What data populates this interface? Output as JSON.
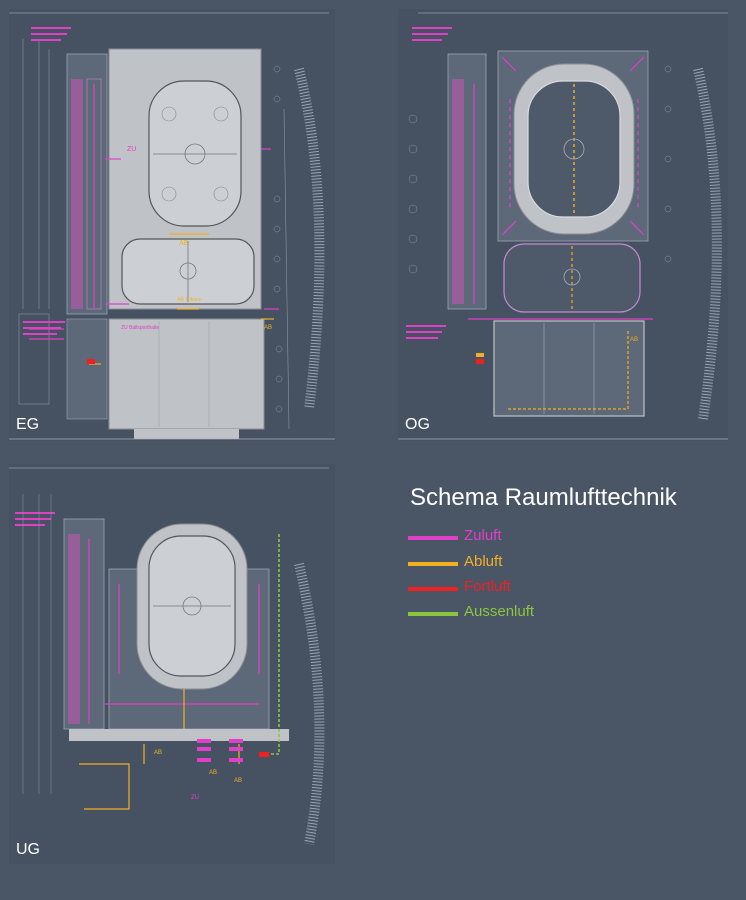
{
  "title": "Schema Raumlufttechnik",
  "floors": [
    {
      "label": "EG"
    },
    {
      "label": "OG"
    },
    {
      "label": "UG"
    }
  ],
  "legend": [
    {
      "label": "Zuluft",
      "color": "#e040c8"
    },
    {
      "label": "Abluft",
      "color": "#f2b022"
    },
    {
      "label": "Fortluft",
      "color": "#f02020"
    },
    {
      "label": "Aussenluft",
      "color": "#8cc63f"
    }
  ],
  "annotations": {
    "eg_zu": "ZU",
    "eg_ab": "AB",
    "eg_ab_trainer": "AB Trainer",
    "eg_ab_tribune": "AB Tribüne",
    "eg_zu_ballsport": "ZU Ballsporthalle",
    "eg_ab_right": "AB",
    "og_ab": "AB",
    "ug_ab_1": "AB",
    "ug_ab_2": "AB",
    "ug_ab_3": "AB",
    "ug_zu": "ZU"
  }
}
